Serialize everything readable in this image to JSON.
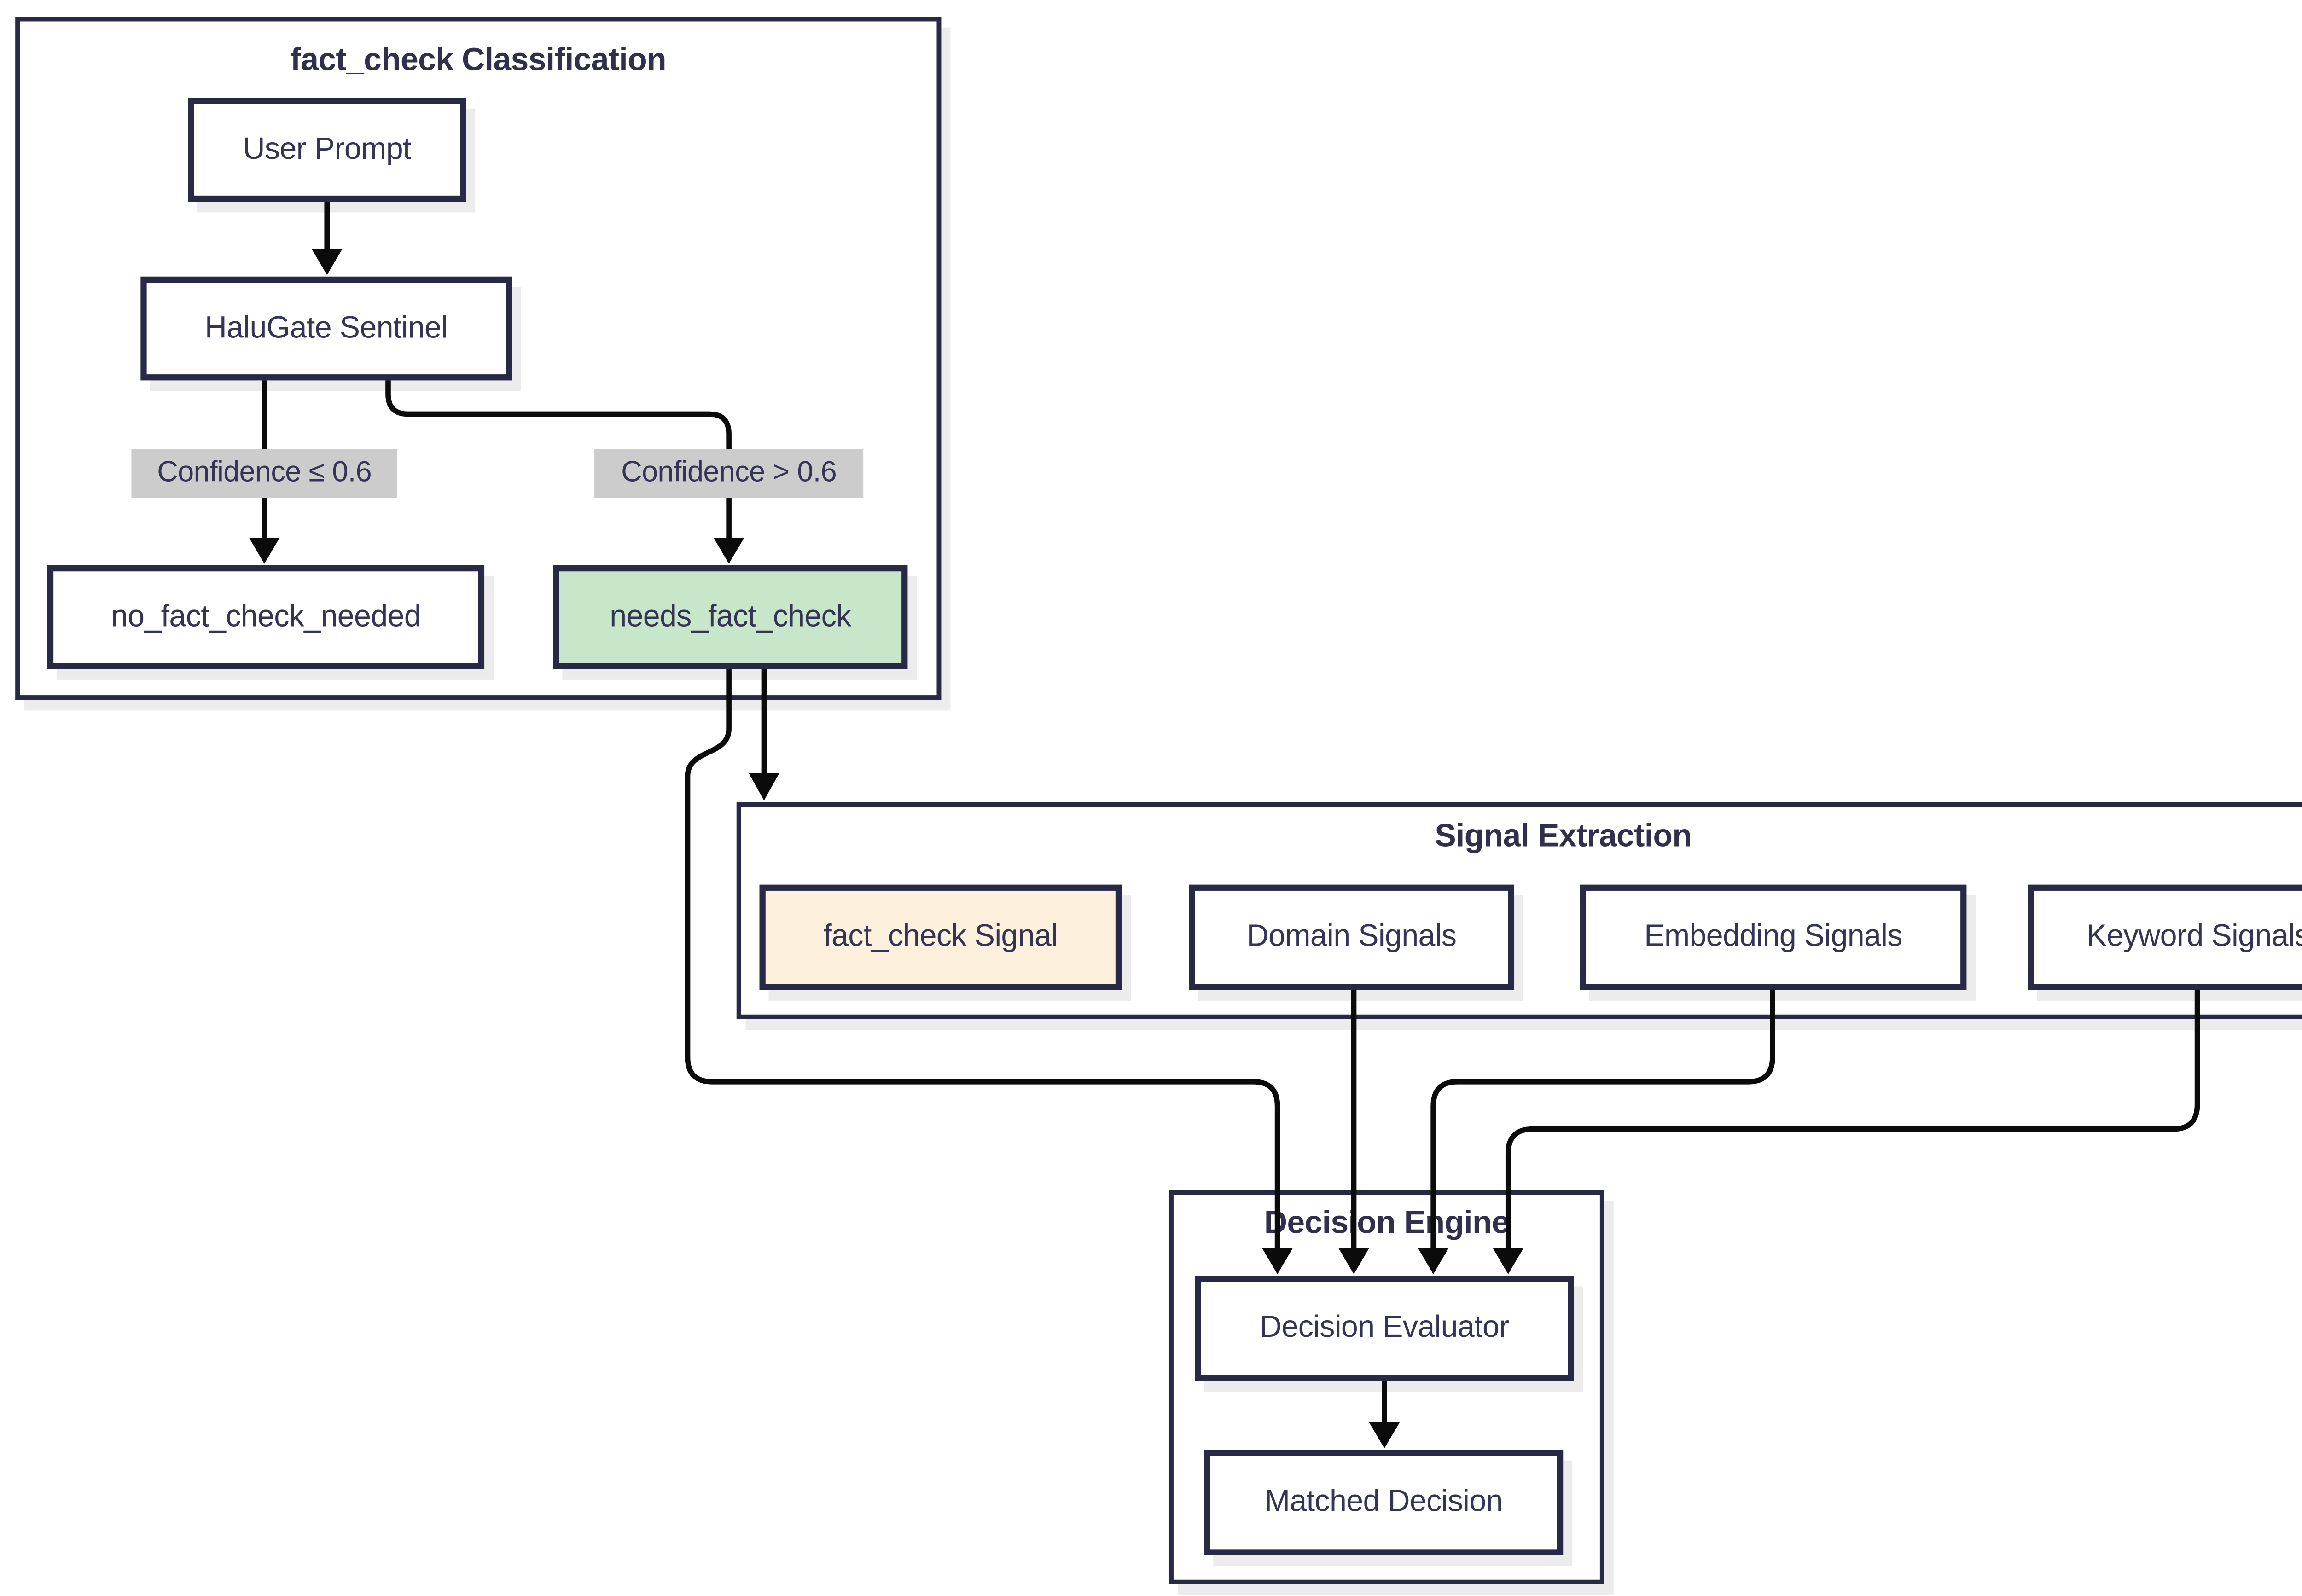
{
  "diagram": {
    "type": "flowchart",
    "subgraphs": [
      {
        "title": "fact_check Classification"
      },
      {
        "title": "Signal Extraction"
      },
      {
        "title": "Decision Engine"
      }
    ],
    "nodes": {
      "user_prompt": "User Prompt",
      "halugate": "HaluGate Sentinel",
      "no_fact_check": "no_fact_check_needed",
      "needs_fact_check": "needs_fact_check",
      "fact_check_signal": "fact_check Signal",
      "domain_signals": "Domain Signals",
      "embedding_signals": "Embedding Signals",
      "keyword_signals": "Keyword Signals",
      "decision_evaluator": "Decision Evaluator",
      "matched_decision": "Matched Decision"
    },
    "edge_labels": {
      "low": "Confidence ≤ 0.6",
      "high": "Confidence > 0.6"
    },
    "edges": [
      {
        "from": "User Prompt",
        "to": "HaluGate Sentinel",
        "label": ""
      },
      {
        "from": "HaluGate Sentinel",
        "to": "no_fact_check_needed",
        "label": "Confidence ≤ 0.6"
      },
      {
        "from": "HaluGate Sentinel",
        "to": "needs_fact_check",
        "label": "Confidence > 0.6"
      },
      {
        "from": "needs_fact_check",
        "to": "Signal Extraction",
        "label": ""
      },
      {
        "from": "needs_fact_check",
        "to": "Decision Evaluator",
        "label": ""
      },
      {
        "from": "Domain Signals",
        "to": "Decision Evaluator",
        "label": ""
      },
      {
        "from": "Embedding Signals",
        "to": "Decision Evaluator",
        "label": ""
      },
      {
        "from": "Keyword Signals",
        "to": "Decision Evaluator",
        "label": ""
      },
      {
        "from": "Decision Evaluator",
        "to": "Matched Decision",
        "label": ""
      }
    ],
    "colors": {
      "background": "#ffffff",
      "node_border": "#272945",
      "text": "#343454",
      "needs_fact_check_fill": "#c8e6c9",
      "fact_check_signal_fill": "#fdf0dd",
      "edge": "#0b0b0b",
      "edge_label_bg": "#cccccc",
      "shadow": "#ececec"
    }
  }
}
